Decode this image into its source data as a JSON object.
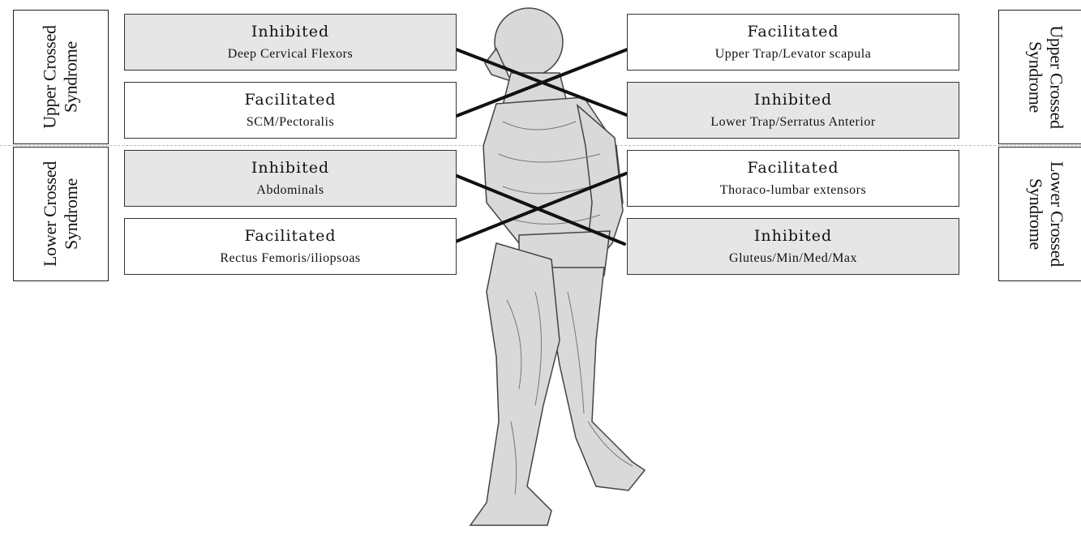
{
  "panels": {
    "left": [
      {
        "label": "Upper Crossed\nSyndrome"
      },
      {
        "label": "Lower Crossed\nSyndrome"
      }
    ],
    "right": [
      {
        "label": "Upper Crossed\nSyndrome"
      },
      {
        "label": "Lower Crossed\nSyndrome"
      }
    ]
  },
  "boxes": {
    "left": [
      {
        "state": "Inhibited",
        "muscle": "Deep Cervical Flexors"
      },
      {
        "state": "Facilitated",
        "muscle": "SCM/Pectoralis"
      },
      {
        "state": "Inhibited",
        "muscle": "Abdominals"
      },
      {
        "state": "Facilitated",
        "muscle": "Rectus Femoris/iliopsoas"
      }
    ],
    "right": [
      {
        "state": "Facilitated",
        "muscle": "Upper Trap/Levator scapula"
      },
      {
        "state": "Inhibited",
        "muscle": "Lower Trap/Serratus Anterior"
      },
      {
        "state": "Facilitated",
        "muscle": "Thoraco-lumbar extensors"
      },
      {
        "state": "Inhibited",
        "muscle": "Gluteus/Min/Med/Max"
      }
    ]
  },
  "colors": {
    "inhibited_fill": "#e6e6e6",
    "facilitated_fill": "#ffffff",
    "line": "#111111"
  }
}
